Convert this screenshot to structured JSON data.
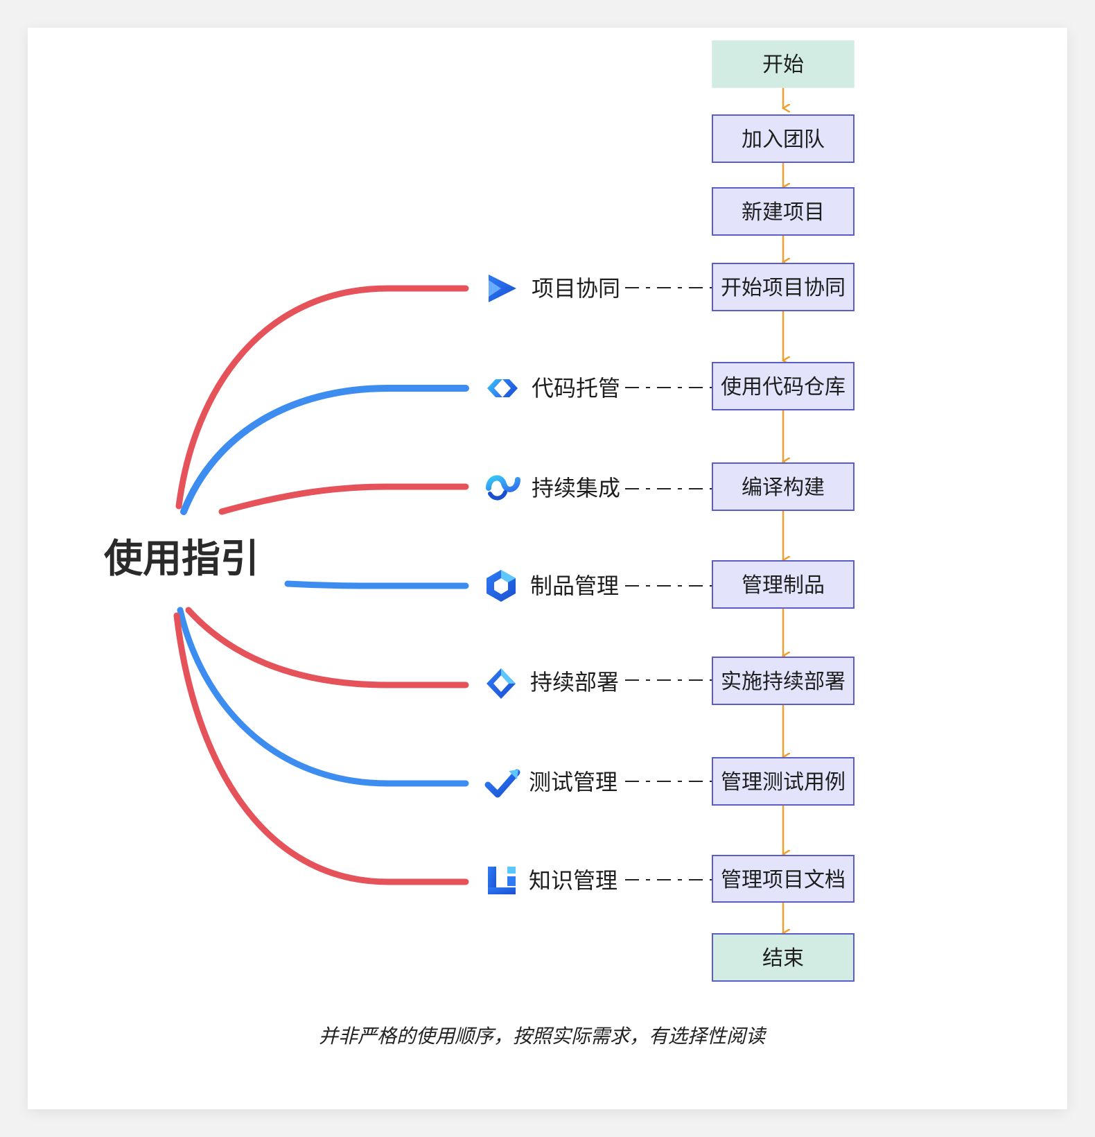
{
  "root": {
    "label": "使用指引"
  },
  "flow": {
    "nodes": [
      {
        "label": "开始",
        "type": "terminal"
      },
      {
        "label": "加入团队",
        "type": "step"
      },
      {
        "label": "新建项目",
        "type": "step"
      },
      {
        "label": "开始项目协同",
        "type": "step"
      },
      {
        "label": "使用代码仓库",
        "type": "step"
      },
      {
        "label": "编译构建",
        "type": "step"
      },
      {
        "label": "管理制品",
        "type": "step"
      },
      {
        "label": "实施持续部署",
        "type": "step"
      },
      {
        "label": "管理测试用例",
        "type": "step"
      },
      {
        "label": "管理项目文档",
        "type": "step"
      },
      {
        "label": "结束",
        "type": "terminal"
      }
    ]
  },
  "guides": [
    {
      "label": "项目协同",
      "icon": "project-collaboration-icon",
      "color": "red"
    },
    {
      "label": "代码托管",
      "icon": "code-hosting-icon",
      "color": "blue"
    },
    {
      "label": "持续集成",
      "icon": "continuous-integration-icon",
      "color": "red"
    },
    {
      "label": "制品管理",
      "icon": "artifact-management-icon",
      "color": "blue"
    },
    {
      "label": "持续部署",
      "icon": "continuous-deployment-icon",
      "color": "red"
    },
    {
      "label": "测试管理",
      "icon": "test-management-icon",
      "color": "blue"
    },
    {
      "label": "知识管理",
      "icon": "knowledge-management-icon",
      "color": "red"
    }
  ],
  "caption": "并非严格的使用顺序，按照实际需求，有选择性阅读",
  "colors": {
    "branch_red": "#e5525a",
    "branch_blue": "#3d8df0",
    "arrow": "#f0a030",
    "step_fill": "#e3e4fb",
    "step_border": "#5a5cc8",
    "terminal_fill": "#d3ece3",
    "dash": "#222222"
  }
}
